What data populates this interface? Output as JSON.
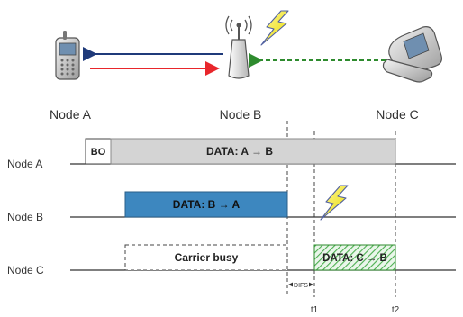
{
  "nodes": {
    "a_label": "Node A",
    "b_label": "Node B",
    "c_label": "Node C"
  },
  "timeline": {
    "row_a_label": "Node A",
    "row_b_label": "Node B",
    "row_c_label": "Node C",
    "backoff_label": "BO",
    "data_a_to_b": "DATA: A → B",
    "data_b_to_a": "DATA: B → A",
    "carrier_busy": "Carrier busy",
    "data_c_to_b": "DATA: C → B",
    "difs_label": "DIFS",
    "t1_label": "t1",
    "t2_label": "t2"
  },
  "colors": {
    "data_a_fill": "#d4d4d4",
    "data_b_fill": "#3d87bf",
    "data_c_hatch": "#4caf50",
    "arrow_blue": "#1f3a7a",
    "arrow_red": "#e8262b",
    "arrow_green": "#2e8b2e",
    "lightning": "#f2e600"
  },
  "icons": {
    "node_a": "mobile-phone-icon",
    "node_b": "access-point-antenna-icon",
    "node_c": "flip-phone-icon",
    "interference": "lightning-bolt-icon"
  }
}
